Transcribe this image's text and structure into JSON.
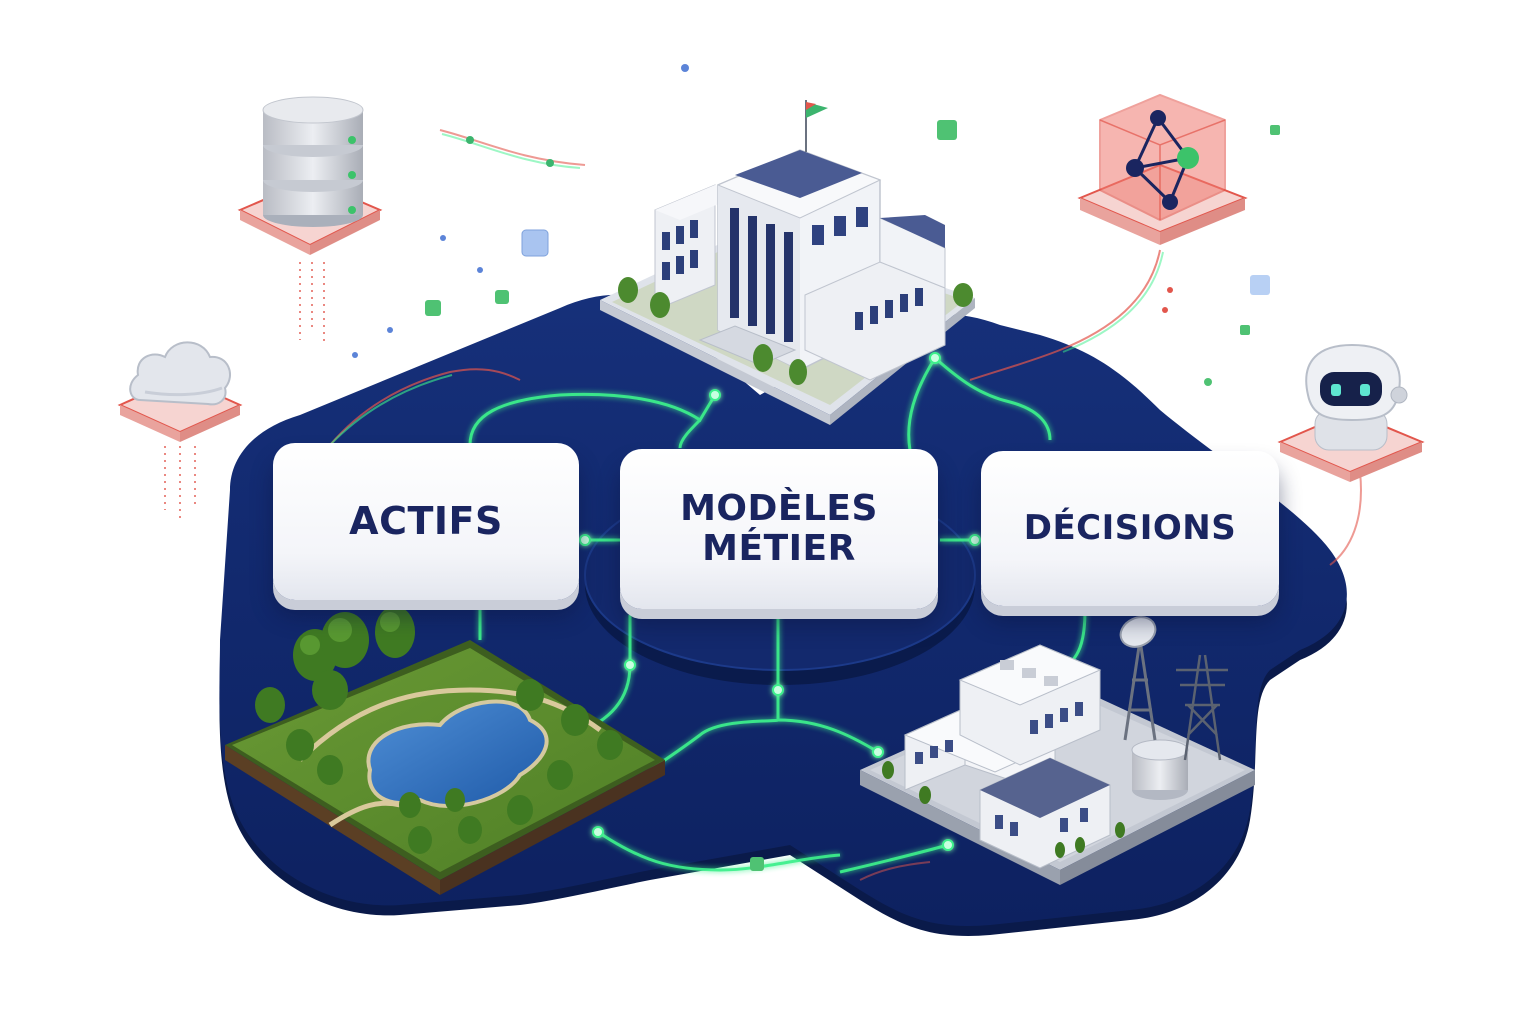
{
  "cards": {
    "actifs": "ACTIFS",
    "modeles": "MODÈLES\nMÉTIER",
    "decisions": "DÉCISIONS"
  },
  "icons": [
    "database-icon",
    "cloud-icon",
    "graph-cube-icon",
    "robot-icon",
    "government-building-icon",
    "park-lake-icon",
    "industrial-site-icon"
  ],
  "colors": {
    "platform": "#102766",
    "platform_edge": "#0a1a4a",
    "connector_glow": "#3cf08c",
    "card_text": "#1a2560",
    "accent_red": "#e2564c"
  }
}
